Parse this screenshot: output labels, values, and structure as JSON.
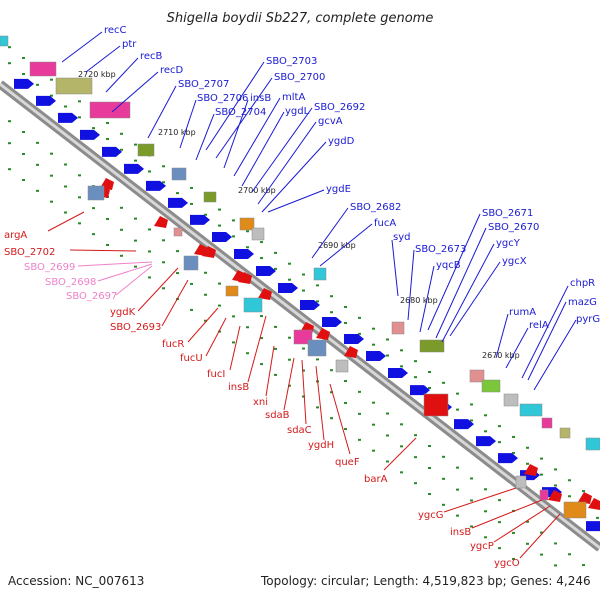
{
  "title": "Shigella boydii Sb227, complete genome",
  "footer": {
    "accession": "Accession: NC_007613",
    "summary": "Topology: circular; Length: 4,519,823 bp; Genes: 4,246"
  },
  "colors": {
    "backbone": "#8c8c8c",
    "forward_label": "#1a1ad4",
    "reverse_label": "#d41a1a",
    "rna_label": "#ee82c8",
    "arrow_blue": "#1010e0",
    "arrow_red": "#e01010",
    "tick_green": "#2a8a2a"
  },
  "ticks": [
    "2720 kbp",
    "2710 kbp",
    "2700 kbp",
    "2690 kbp",
    "2680 kbp",
    "2670 kbp"
  ],
  "forward_labels": [
    "recC",
    "ptr",
    "recB",
    "recD",
    "SBO_2707",
    "SBO_2703",
    "SBO_2700",
    "SBO_2706",
    "insB",
    "mltA",
    "SBO_2704",
    "ygdL",
    "SBO_2692",
    "gcvA",
    "ygdD",
    "ygdE",
    "SBO_2682",
    "fucA",
    "syd",
    "SBO_2673",
    "yqcB",
    "SBO_2671",
    "SBO_2670",
    "ygcY",
    "ygcX",
    "chpR",
    "rumA",
    "relA",
    "mazG",
    "pyrG"
  ],
  "reverse_labels": [
    "argA",
    "SBO_2702",
    "ygdK",
    "SBO_2693",
    "fucR",
    "fucU",
    "fucI",
    "insB",
    "xni",
    "sdaB",
    "sdaC",
    "ygdH",
    "queF",
    "barA",
    "ygcG",
    "insB",
    "ygcP",
    "ygcO"
  ],
  "rna_labels": [
    "SBO_2699",
    "SBO_2698",
    "SBO_2697"
  ]
}
